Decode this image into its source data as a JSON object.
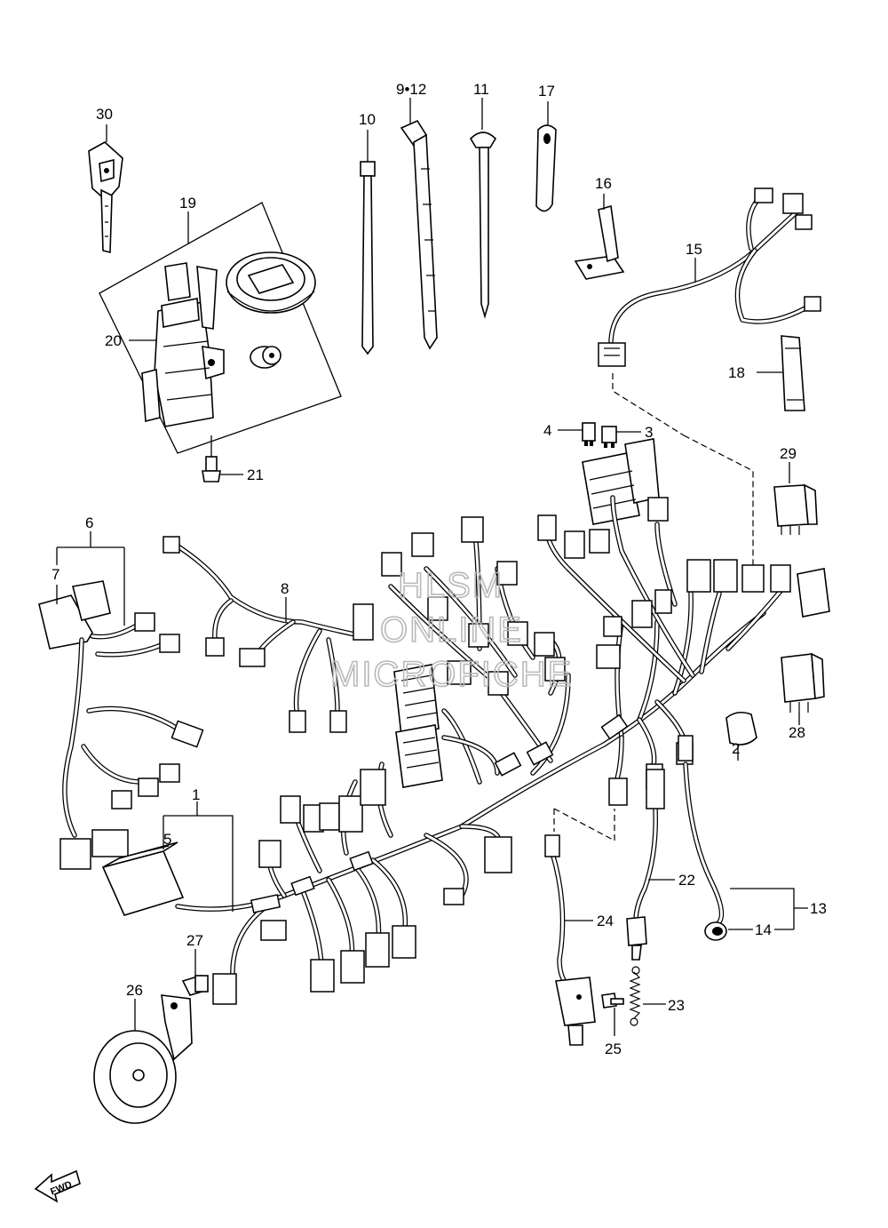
{
  "labels": {
    "p1": "1",
    "p2": "2",
    "p3": "3",
    "p4": "4",
    "p5": "5",
    "p6": "6",
    "p7": "7",
    "p8": "8",
    "p9_12": "9•12",
    "p10": "10",
    "p11": "11",
    "p13": "13",
    "p14": "14",
    "p15": "15",
    "p16": "16",
    "p17": "17",
    "p18": "18",
    "p19": "19",
    "p20": "20",
    "p21": "21",
    "p22": "22",
    "p23": "23",
    "p24": "24",
    "p25": "25",
    "p26": "26",
    "p27": "27",
    "p28": "28",
    "p29": "29",
    "p30": "30"
  },
  "watermark": {
    "line1": "HLSM",
    "line2": "ONLINE",
    "line3": "MICROFICHE"
  },
  "fwd_label": "FWD",
  "colors": {
    "ink": "#000000",
    "paper": "#ffffff",
    "watermark": "#b9b9b9"
  }
}
